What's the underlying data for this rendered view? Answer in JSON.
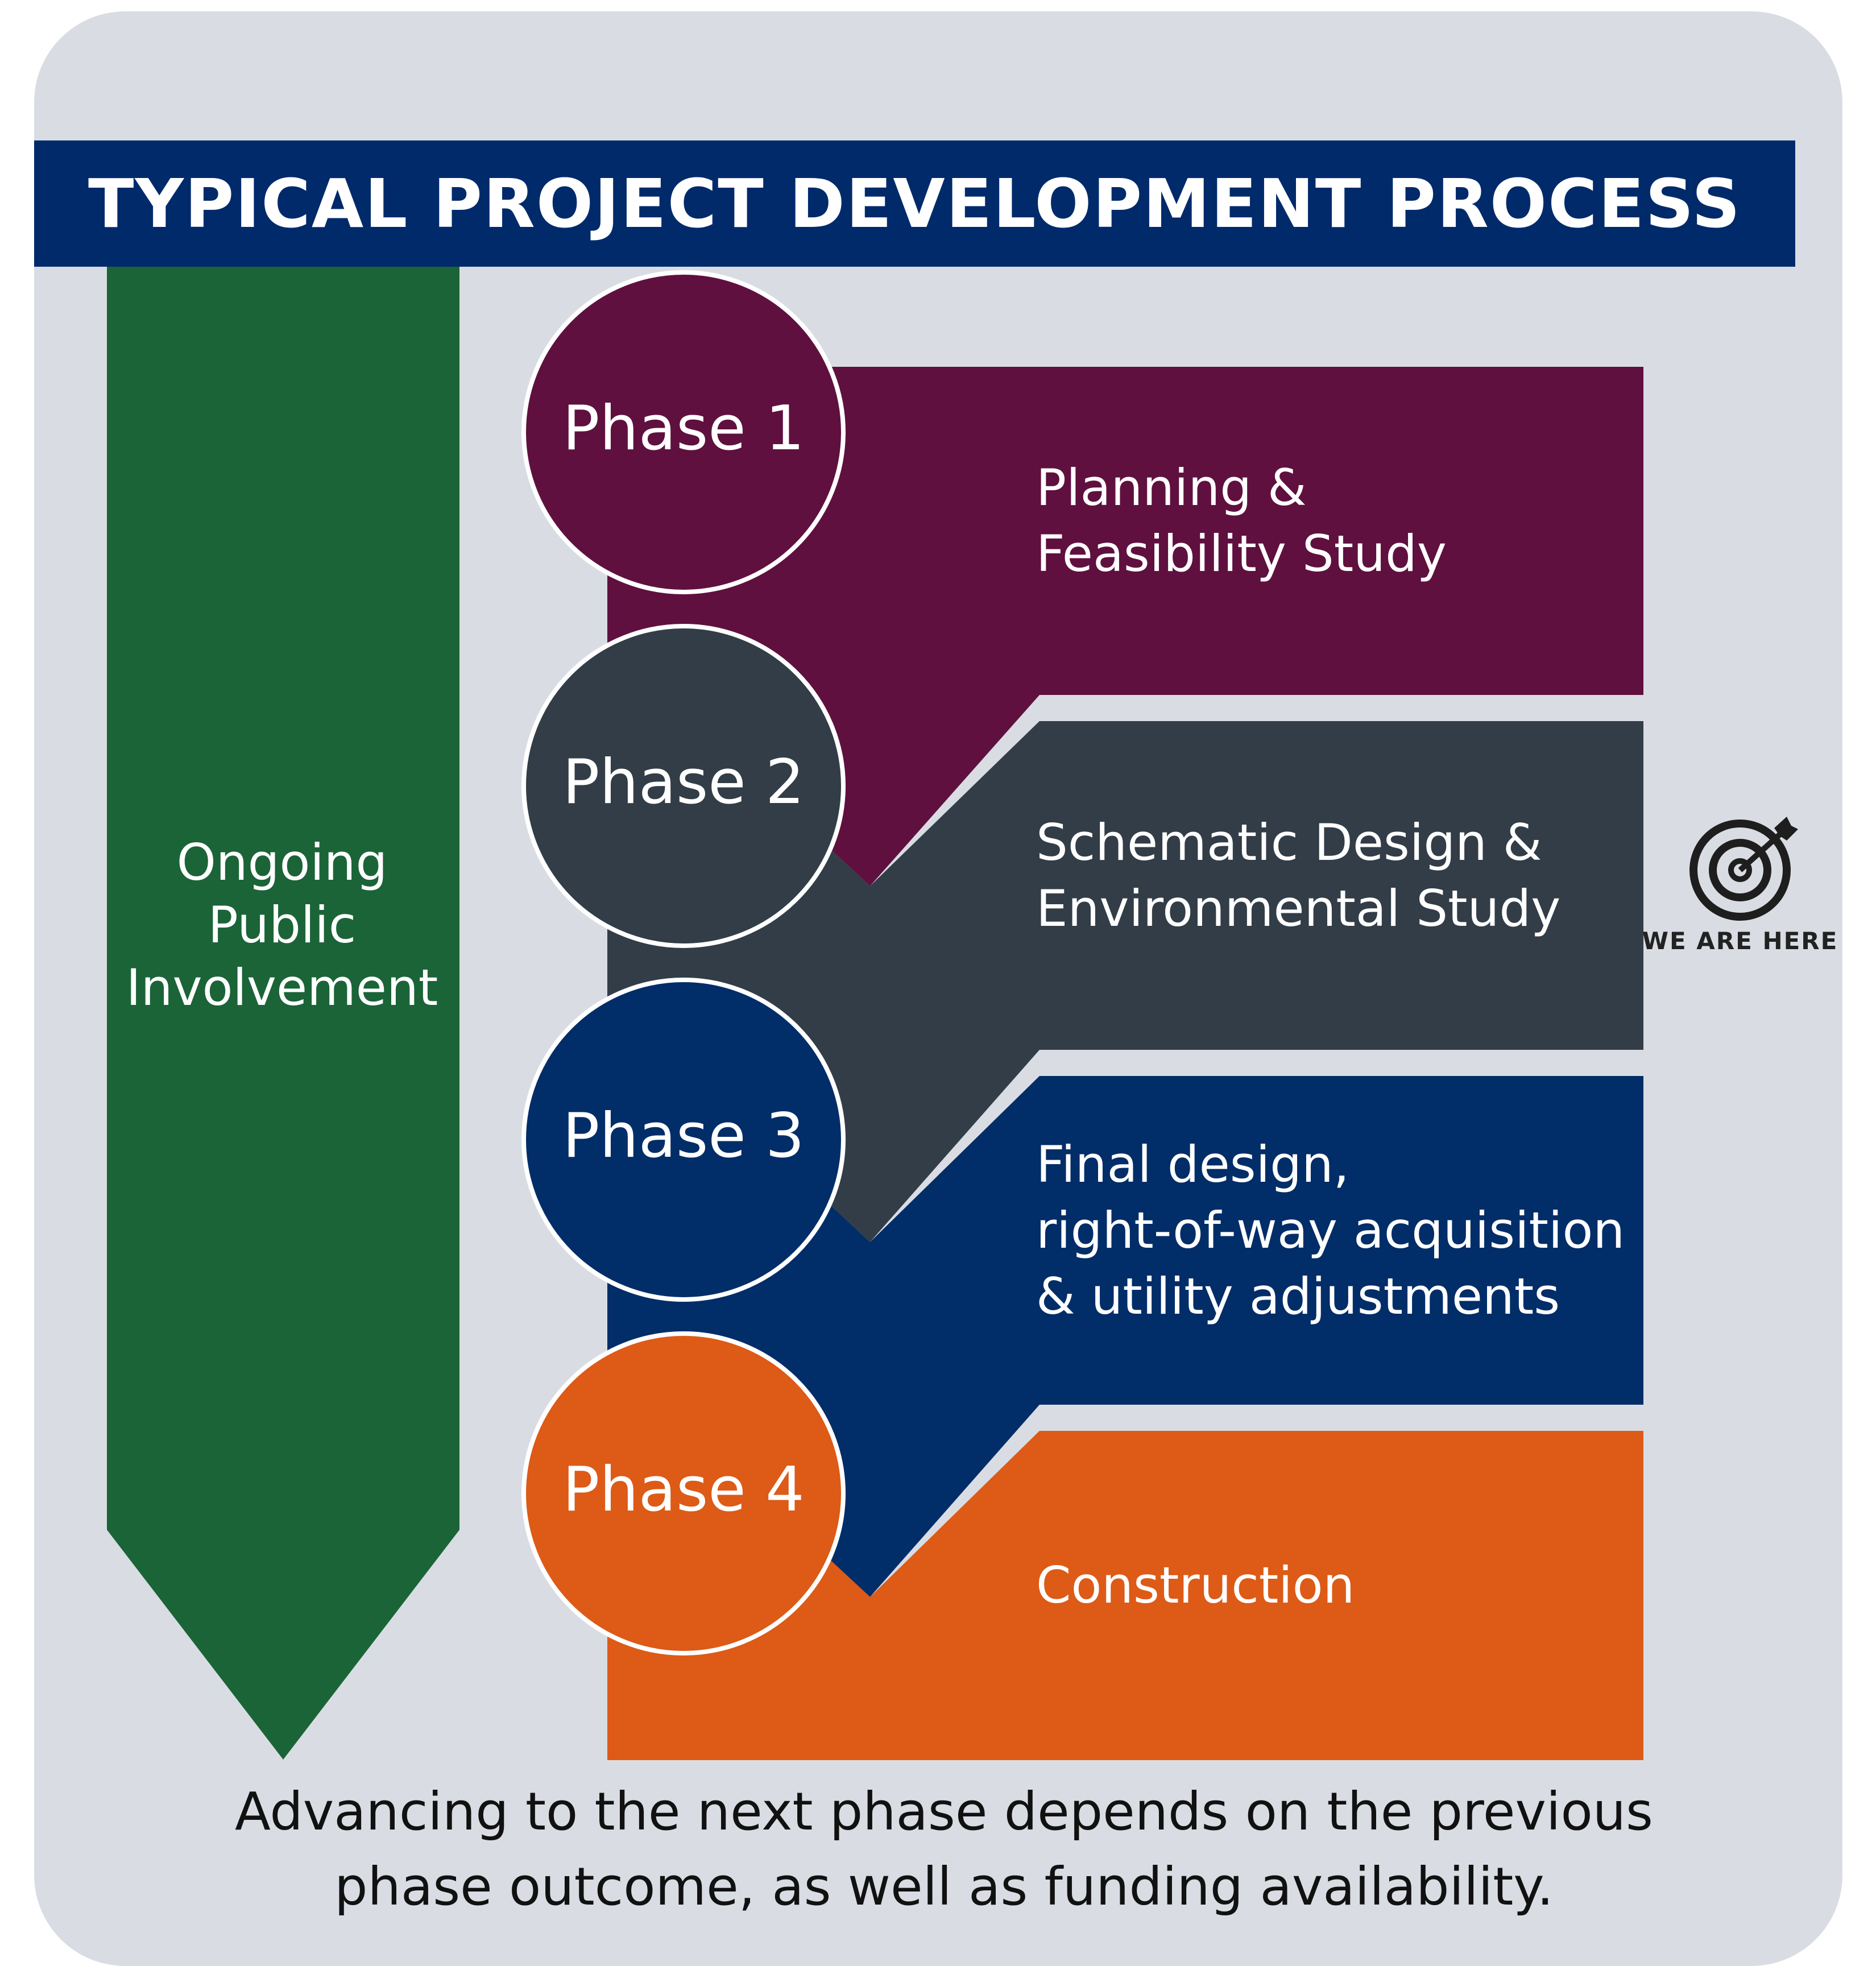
{
  "title": "TYPICAL PROJECT DEVELOPMENT PROCESS",
  "public_involvement": [
    "Ongoing",
    "Public",
    "Involvement"
  ],
  "phases": [
    {
      "label": "Phase 1",
      "lines": [
        "Planning &",
        "Feasibility Study"
      ],
      "color": "#5f103f"
    },
    {
      "label": "Phase 2",
      "lines": [
        "Schematic Design &",
        "Environmental Study"
      ],
      "color": "#323d47"
    },
    {
      "label": "Phase 3",
      "lines": [
        "Final design,",
        "right-of-way acquisition",
        "& utility adjustments"
      ],
      "color": "#012d68"
    },
    {
      "label": "Phase 4",
      "lines": [
        "Construction"
      ],
      "color": "#dd5a17"
    }
  ],
  "current_marker": {
    "label": "WE ARE HERE",
    "icon": "target-icon",
    "phase": "Phase 2"
  },
  "footer": [
    "Advancing to the next phase depends on the previous",
    "phase outcome, as well as funding availability."
  ],
  "colors": {
    "background": "#d9dde3",
    "title_bar": "#012a6b",
    "public_arrow": "#1b6437"
  }
}
